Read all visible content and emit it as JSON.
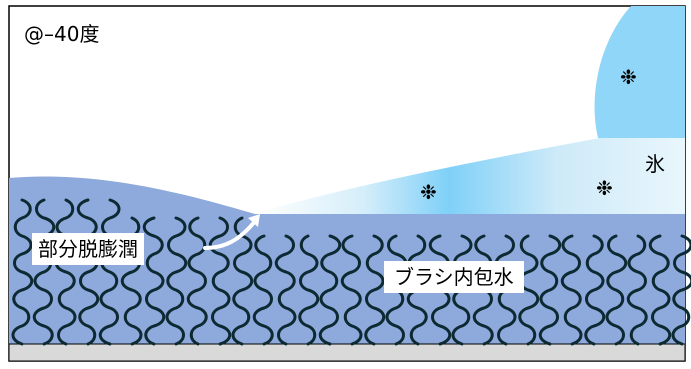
{
  "temperature_label": "@–40度",
  "ice_label": "氷",
  "partial_deswelling_label": "部分脱膨潤",
  "brush_water_label": "ブラシ内包水",
  "snowflake_glyph": "❉",
  "colors": {
    "frame": "#000000",
    "substrate": "#d9d9d9",
    "brush_layer": "#8ea9db",
    "ice_light": "#dff1fb",
    "ice_mid": "#9fd8f5",
    "ice_bright": "#7fd0f8",
    "polymer_chain": "#0d2a33",
    "arrow": "#ffffff"
  }
}
